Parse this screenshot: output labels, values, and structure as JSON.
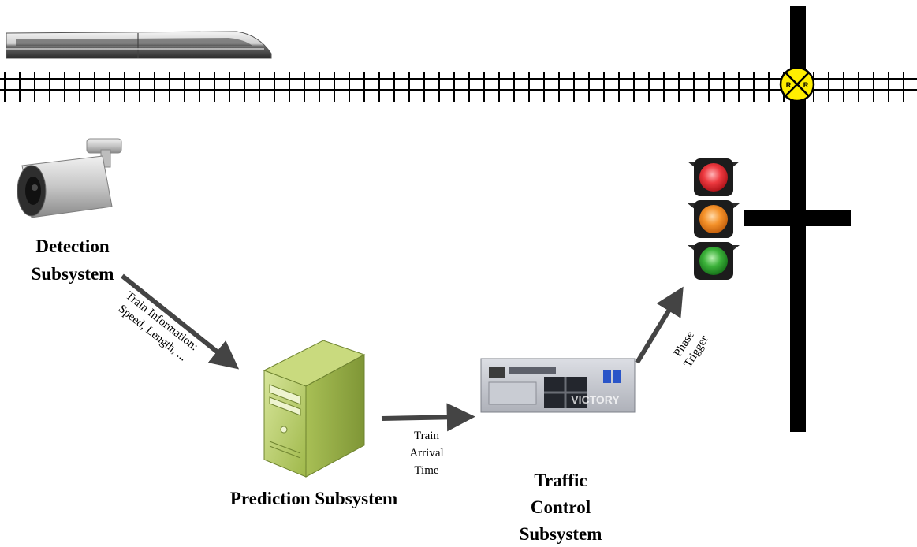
{
  "labels": {
    "detection_line1": "Detection",
    "detection_line2": "Subsystem",
    "prediction": "Prediction Subsystem",
    "traffic_line1": "Traffic",
    "traffic_line2": "Control",
    "traffic_line3": "Subsystem"
  },
  "arrows": {
    "train_info_line1": "Train Information:",
    "train_info_line2": "Speed, Length, ...",
    "arrival_line1": "Train",
    "arrival_line2": "Arrival",
    "arrival_line3": "Time",
    "phase_line1": "Phase",
    "phase_line2": "Trigger"
  },
  "crossing_sign": {
    "left": "R",
    "right": "R"
  },
  "controller_brand": "VICTORY",
  "colors": {
    "arrow": "#444444",
    "rail": "#000000",
    "crossing_sign": "#ffee00",
    "signal_red": "#e8202a",
    "signal_amber": "#f28a1a",
    "signal_green": "#2aa52a",
    "server_body": "#b9cf6a"
  }
}
